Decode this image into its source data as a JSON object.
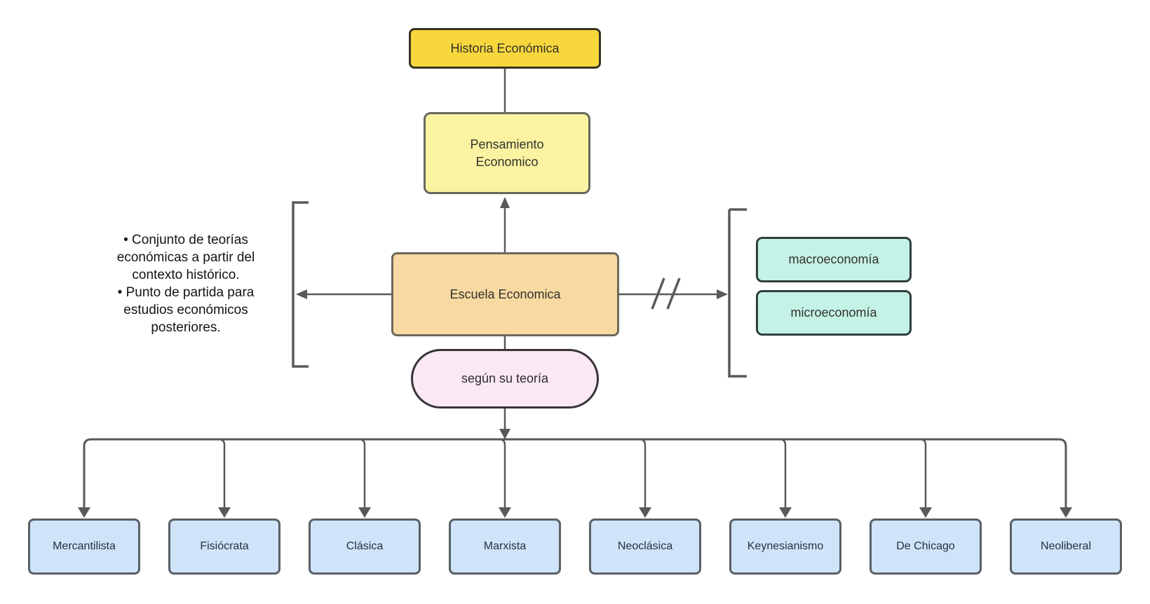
{
  "diagram": {
    "root": {
      "label": "Historia Económica"
    },
    "thought": {
      "label": "Pensamiento Economico"
    },
    "school": {
      "label": "Escuela Economica"
    },
    "definition": {
      "text": "• Conjunto de teorías\neconómicas a partir del\ncontexto histórico.\n• Punto de partida para\nestudios económicos\nposteriores."
    },
    "division": {
      "items": [
        {
          "label": "macroeconomía"
        },
        {
          "label": "microeconomía"
        }
      ]
    },
    "criterion": {
      "label": "según su teoría"
    },
    "schools": [
      {
        "label": "Mercantilista"
      },
      {
        "label": "Fisiócrata"
      },
      {
        "label": "Clásica"
      },
      {
        "label": "Marxista"
      },
      {
        "label": "Neoclásica"
      },
      {
        "label": "Keynesianismo"
      },
      {
        "label": "De Chicago"
      },
      {
        "label": "Neoliberal"
      }
    ]
  },
  "colors": {
    "root_fill": "#F8D73D",
    "thought_fill": "#FBF3A2",
    "school_fill": "#F8D9A1",
    "division_fill": "#C5F2E6",
    "criterion_fill": "#FAE9F5",
    "branch_fill": "#CFE3F9",
    "connector": "#595959"
  }
}
